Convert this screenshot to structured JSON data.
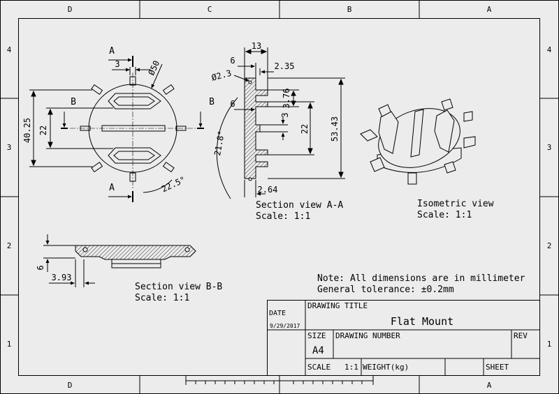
{
  "zones": {
    "columns": [
      "D",
      "C",
      "B",
      "A"
    ],
    "rows": [
      "4",
      "3",
      "2",
      "1"
    ]
  },
  "front_view": {
    "section_cut_a": "A",
    "section_cut_b": "B",
    "dim_3": "3",
    "dim_diameter_50": "Ø50",
    "dim_40_25": "40.25",
    "dim_22": "22",
    "dim_angle_22_5": "22.5°"
  },
  "section_a": {
    "dim_13": "13",
    "dim_6_top": "6",
    "dim_2_35": "2.35",
    "dim_diameter_2_3": "Ø2.3",
    "dim_6_mid": "6",
    "dim_3_76": "3.76",
    "dim_3": "3",
    "dim_22": "22",
    "dim_53_43": "53.43",
    "dim_angle_21_8": "21.8°",
    "dim_2_64": "2.64",
    "title": "Section view A-A",
    "scale": "Scale:  1:1"
  },
  "isometric": {
    "title": "Isometric view",
    "scale": "Scale:  1:1"
  },
  "section_b": {
    "dim_6": "6",
    "dim_3_93": "3.93",
    "title": "Section view B-B",
    "scale": "Scale:  1:1"
  },
  "notes": {
    "line1": "Note: All dimensions are in millimeter",
    "line2": "General tolerance: ±0.2mm"
  },
  "title_block": {
    "date_label": "DATE",
    "date_value": "9/29/2017",
    "drawing_title_label": "DRAWING TITLE",
    "drawing_title": "Flat Mount",
    "size_label": "SIZE",
    "size_value": "A4",
    "drawing_number_label": "DRAWING NUMBER",
    "rev_label": "REV",
    "scale_label": "SCALE",
    "scale_value": "1:1",
    "weight_label": "WEIGHT(kg)",
    "sheet_label": "SHEET"
  }
}
